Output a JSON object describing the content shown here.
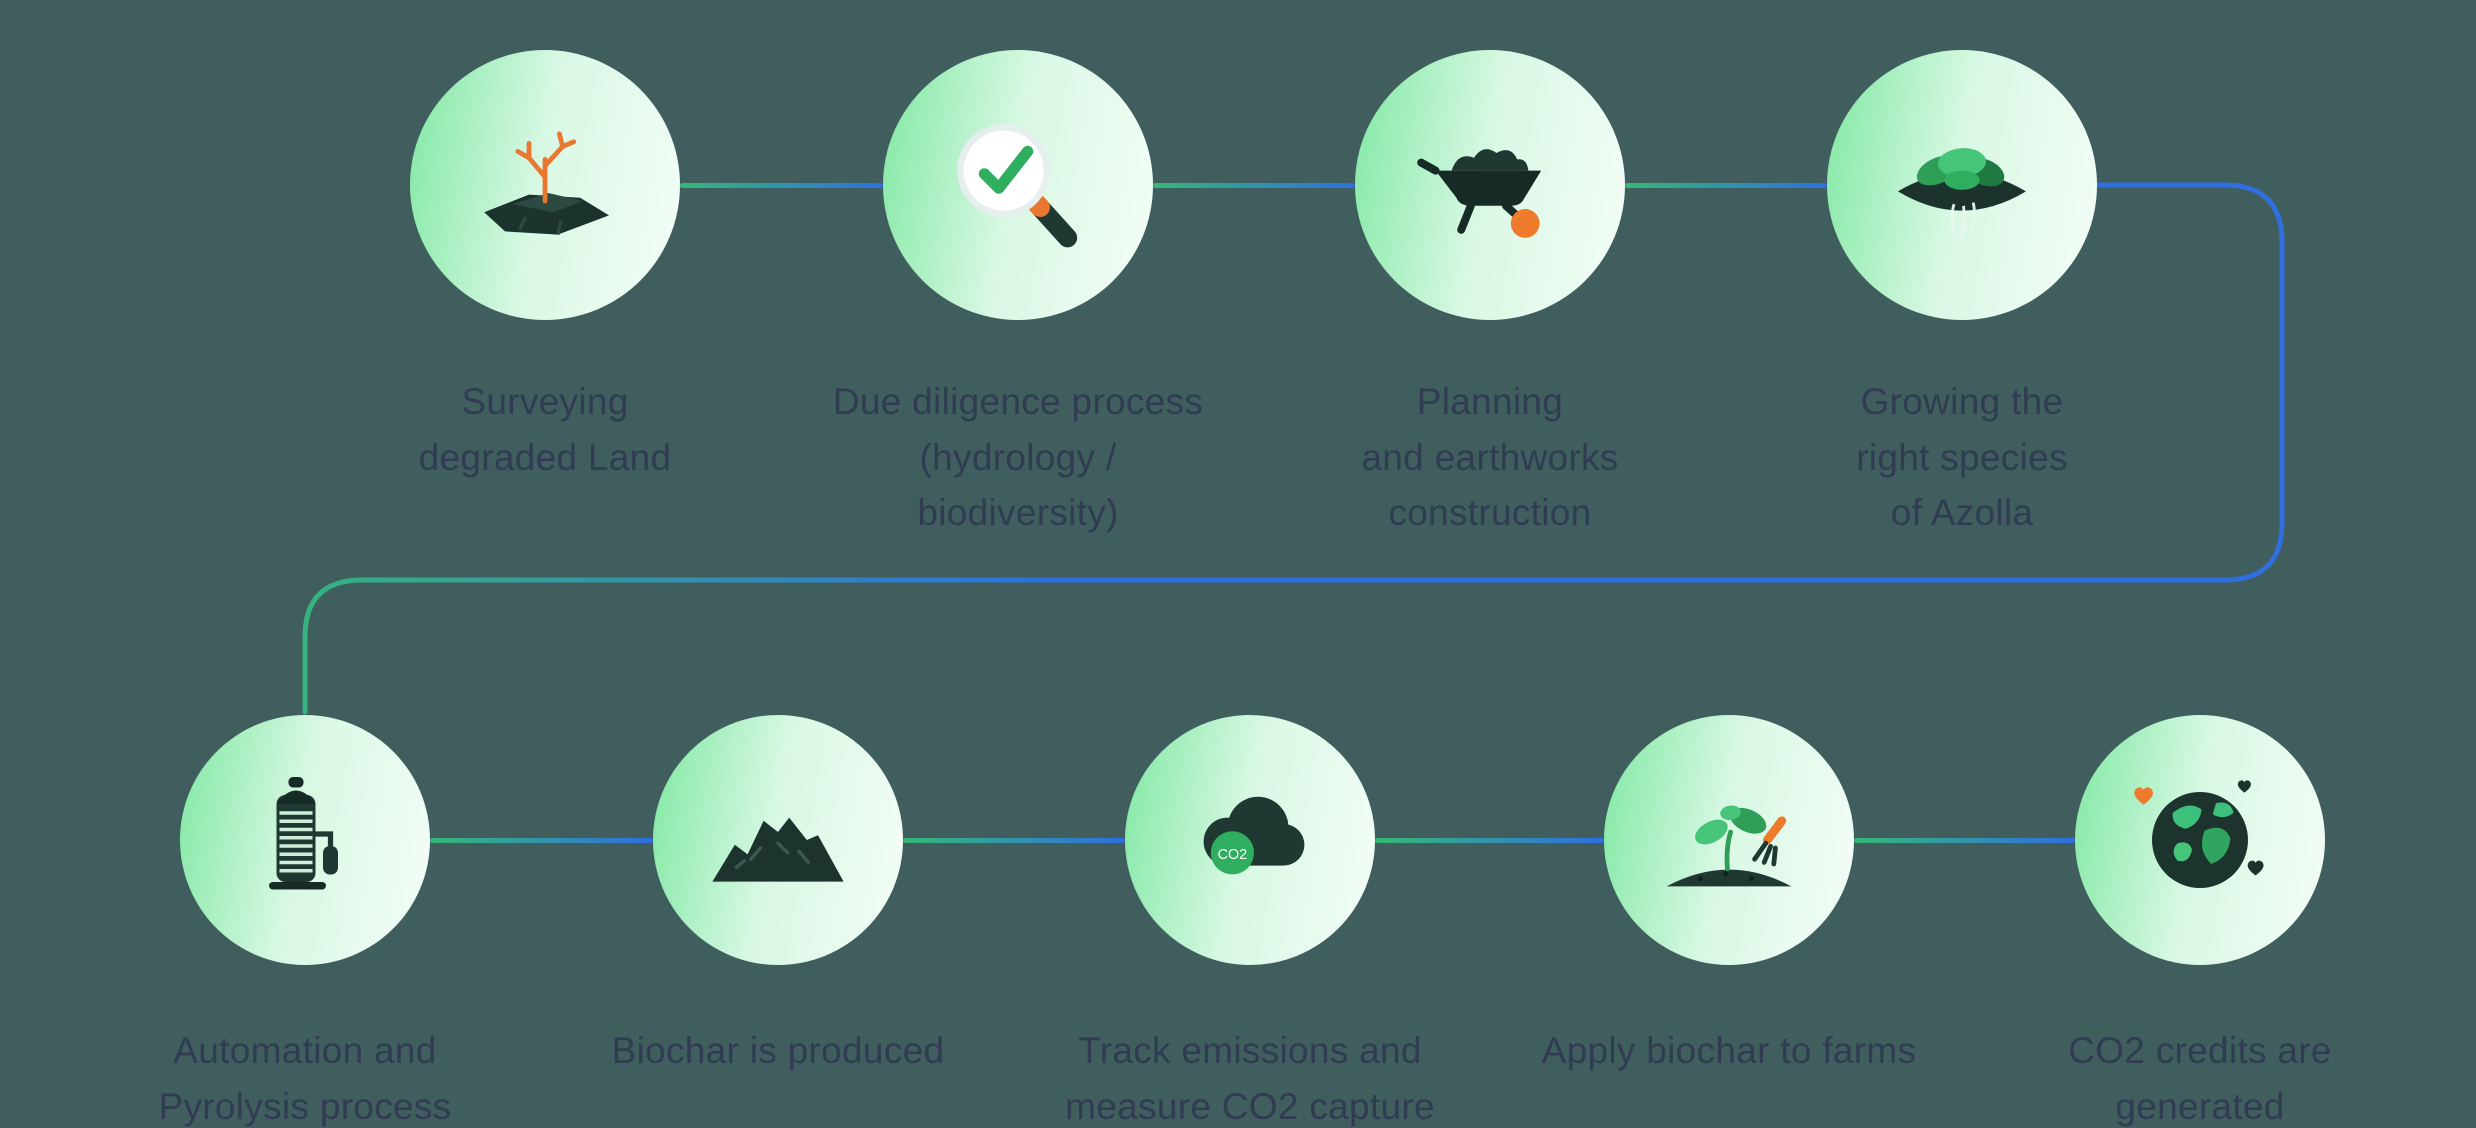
{
  "background_color": "#405e5e",
  "colors": {
    "circle_gradient_start": "#7fe8a2",
    "circle_gradient_end": "#f4fdf7",
    "connector_green": "#35b877",
    "connector_blue": "#2f6fdf",
    "label_text": "#303c52",
    "icon_dark": "#1d332e",
    "accent_orange": "#ee7a2c",
    "accent_green": "#2fae5f"
  },
  "co2_badge_label": "CO2",
  "steps": [
    {
      "label": "Surveying\ndegraded Land",
      "icon": "dead-tree-icon"
    },
    {
      "label": "Due diligence process\n(hydrology /\nbiodiversity)",
      "icon": "magnifier-check-icon"
    },
    {
      "label": "Planning\nand earthworks\nconstruction",
      "icon": "wheelbarrow-icon"
    },
    {
      "label": "Growing the\nright species\nof Azolla",
      "icon": "azolla-plant-icon"
    },
    {
      "label": "Automation and\nPyrolysis process",
      "icon": "pyrolysis-reactor-icon"
    },
    {
      "label": "Biochar is produced",
      "icon": "biochar-pile-icon"
    },
    {
      "label": "Track emissions and\nmeasure CO2 capture",
      "icon": "co2-cloud-icon"
    },
    {
      "label": "Apply biochar to farms",
      "icon": "seedling-icon"
    },
    {
      "label": "CO2 credits are\ngenerated",
      "icon": "earth-hearts-icon"
    }
  ]
}
